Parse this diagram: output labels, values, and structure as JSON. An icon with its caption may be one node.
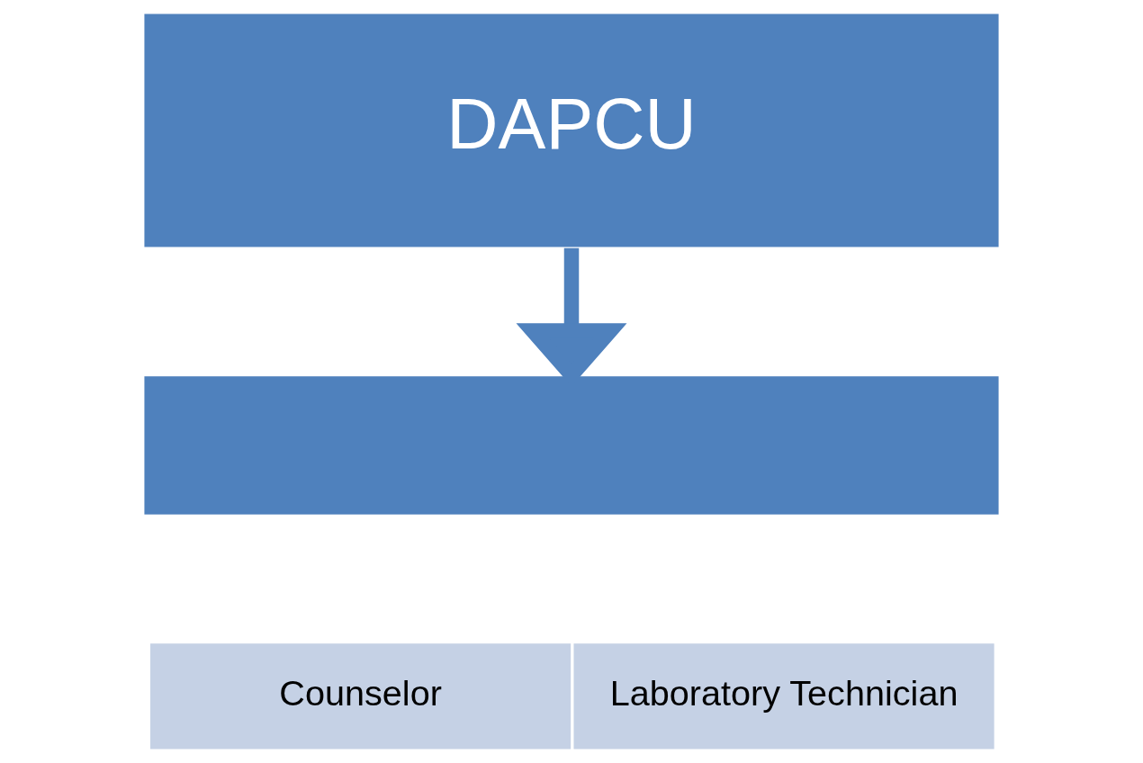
{
  "diagram": {
    "nodes": [
      {
        "text": [
          "DAPCU"
        ]
      },
      {
        "text": [],
        "shape": "box"
      },
      {
        "text": [
          "Counselor"
        ]
      },
      {
        "text": [
          "Laboratory Technician"
        ]
      }
    ],
    "edges": [
      {
        "from": 0,
        "to": 1,
        "arrow": "to"
      }
    ]
  }
}
